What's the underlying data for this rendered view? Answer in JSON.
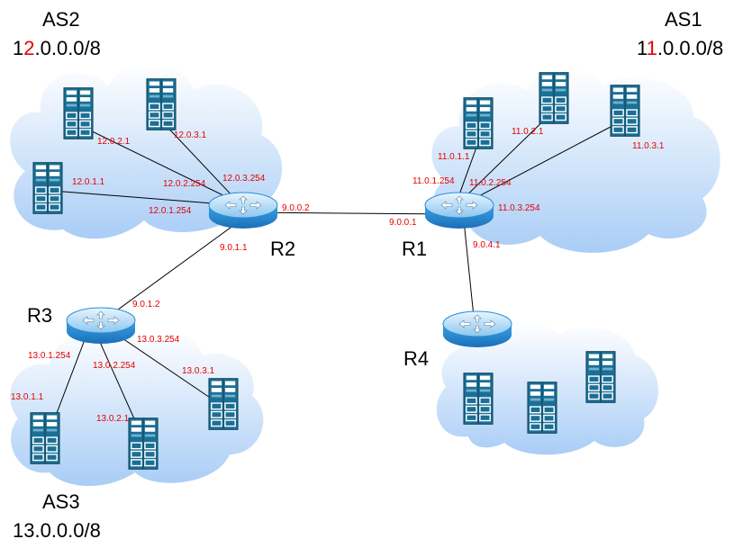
{
  "autonomous_systems": [
    {
      "name": "AS2",
      "network_prefix": "1",
      "network_highlight": "2",
      "network_suffix": ".0.0.0/8"
    },
    {
      "name": "AS1",
      "network_prefix": "1",
      "network_highlight": "1",
      "network_suffix": ".0.0.0/8"
    },
    {
      "name": "AS3",
      "network": "13.0.0.0/8"
    }
  ],
  "routers": [
    {
      "name": "R2"
    },
    {
      "name": "R1"
    },
    {
      "name": "R3"
    },
    {
      "name": "R4"
    }
  ],
  "ip_labels": {
    "as2_h2": "12.0.2.1",
    "as2_h3": "12.0.3.1",
    "as2_h1": "12.0.1.1",
    "r2_if3": "12.0.3.254",
    "r2_if2": "12.0.2.254",
    "r2_if1": "12.0.1.254",
    "r2_to_r1": "9.0.0.2",
    "r2_to_r3": "9.0.1.1",
    "r1_to_r2": "9.0.0.1",
    "r1_to_r4": "9.0.4.1",
    "as1_h1": "11.0.1.1",
    "as1_h2": "11.0.2.1",
    "as1_h3": "11.0.3.1",
    "r1_if1": "11.0.1.254",
    "r1_if2": "11.0.2.254",
    "r1_if3": "11.0.3.254",
    "r3_to_r2": "9.0.1.2",
    "r3_if1": "13.0.1.254",
    "r3_if2": "13.0.2.254",
    "r3_if3": "13.0.3.254",
    "as3_h1": "13.0.1.1",
    "as3_h2": "13.0.2.1",
    "as3_h3": "13.0.3.1"
  },
  "colors": {
    "cloud_top": "#ffffff",
    "cloud_bottom": "#a9cdf6",
    "server_body": "#1a6f94",
    "router_body": "#2a8dd6",
    "label_text": "#e60000",
    "network_highlight": "#e60000"
  },
  "icons": {
    "server": "server-tower-icon",
    "router": "router-icon",
    "cloud": "cloud-shape"
  }
}
